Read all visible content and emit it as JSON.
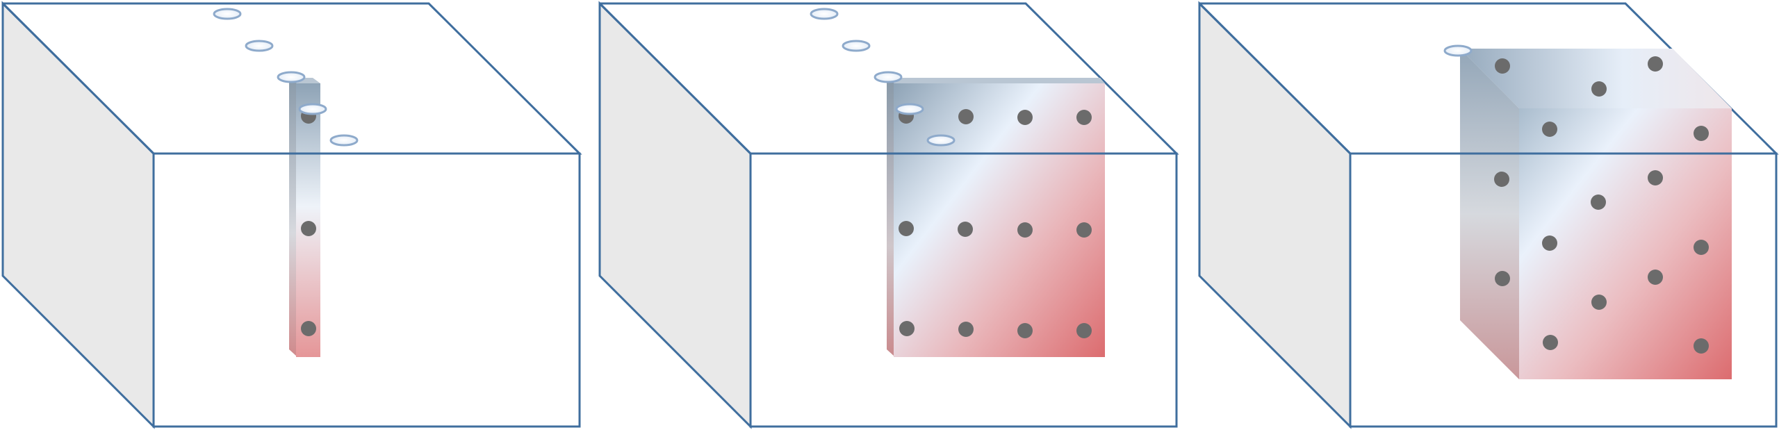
{
  "figure": {
    "panels": [
      {
        "id": "panel-1",
        "stage": "column",
        "particle_rows": 3,
        "particle_cols": 1,
        "oval_markers": 5
      },
      {
        "id": "panel-2",
        "stage": "slab",
        "particle_rows": 3,
        "particle_cols": 4,
        "oval_markers": 5
      },
      {
        "id": "panel-3",
        "stage": "block",
        "particle_rows": 3,
        "particle_cols": 4,
        "particle_layers": 2,
        "oval_markers": 1
      }
    ],
    "colors": {
      "box_edge": "#3f6e9e",
      "box_side_face": "#e9e9e9",
      "gradient_cool": "#8ea3b6",
      "gradient_mid": "#e8f0fa",
      "gradient_warm": "#dc6c6f",
      "particle": "#6b6b6b",
      "oval_edge": "#8eaacb",
      "oval_fill": "#f6f9fd"
    }
  }
}
